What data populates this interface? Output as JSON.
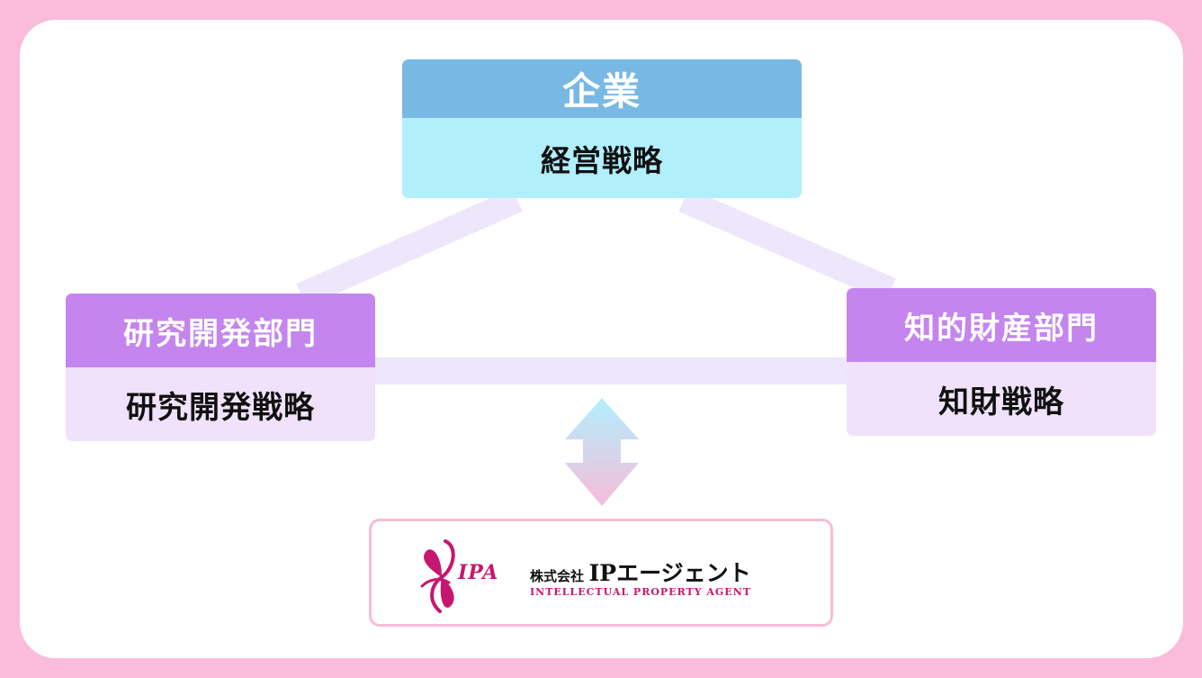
{
  "diagram": {
    "company": {
      "title": "企業",
      "strategy": "経営戦略",
      "colors": {
        "header": "#78b8e4",
        "body": "#b2effd"
      }
    },
    "rnd": {
      "title": "研究開発部門",
      "strategy": "研究開発戦略",
      "colors": {
        "header": "#c485ee",
        "body": "#f1e2fb"
      }
    },
    "ip": {
      "title": "知的財産部門",
      "strategy": "知財戦略",
      "colors": {
        "header": "#c485ee",
        "body": "#f1e2fb"
      }
    },
    "connector_color": "#eee6fb",
    "arrow_colors": {
      "top": "#b2effd",
      "bottom": "#f7bcd8"
    },
    "background_color": "#fbbcdc"
  },
  "logo": {
    "icon": "ipa-ribbon-emblem-icon",
    "abbreviation": "IPA",
    "company_prefix": "株式会社",
    "company_name": "IPエージェント",
    "tagline": "INTELLECTUAL PROPERTY AGENT",
    "brand_color": "#c7166f"
  }
}
